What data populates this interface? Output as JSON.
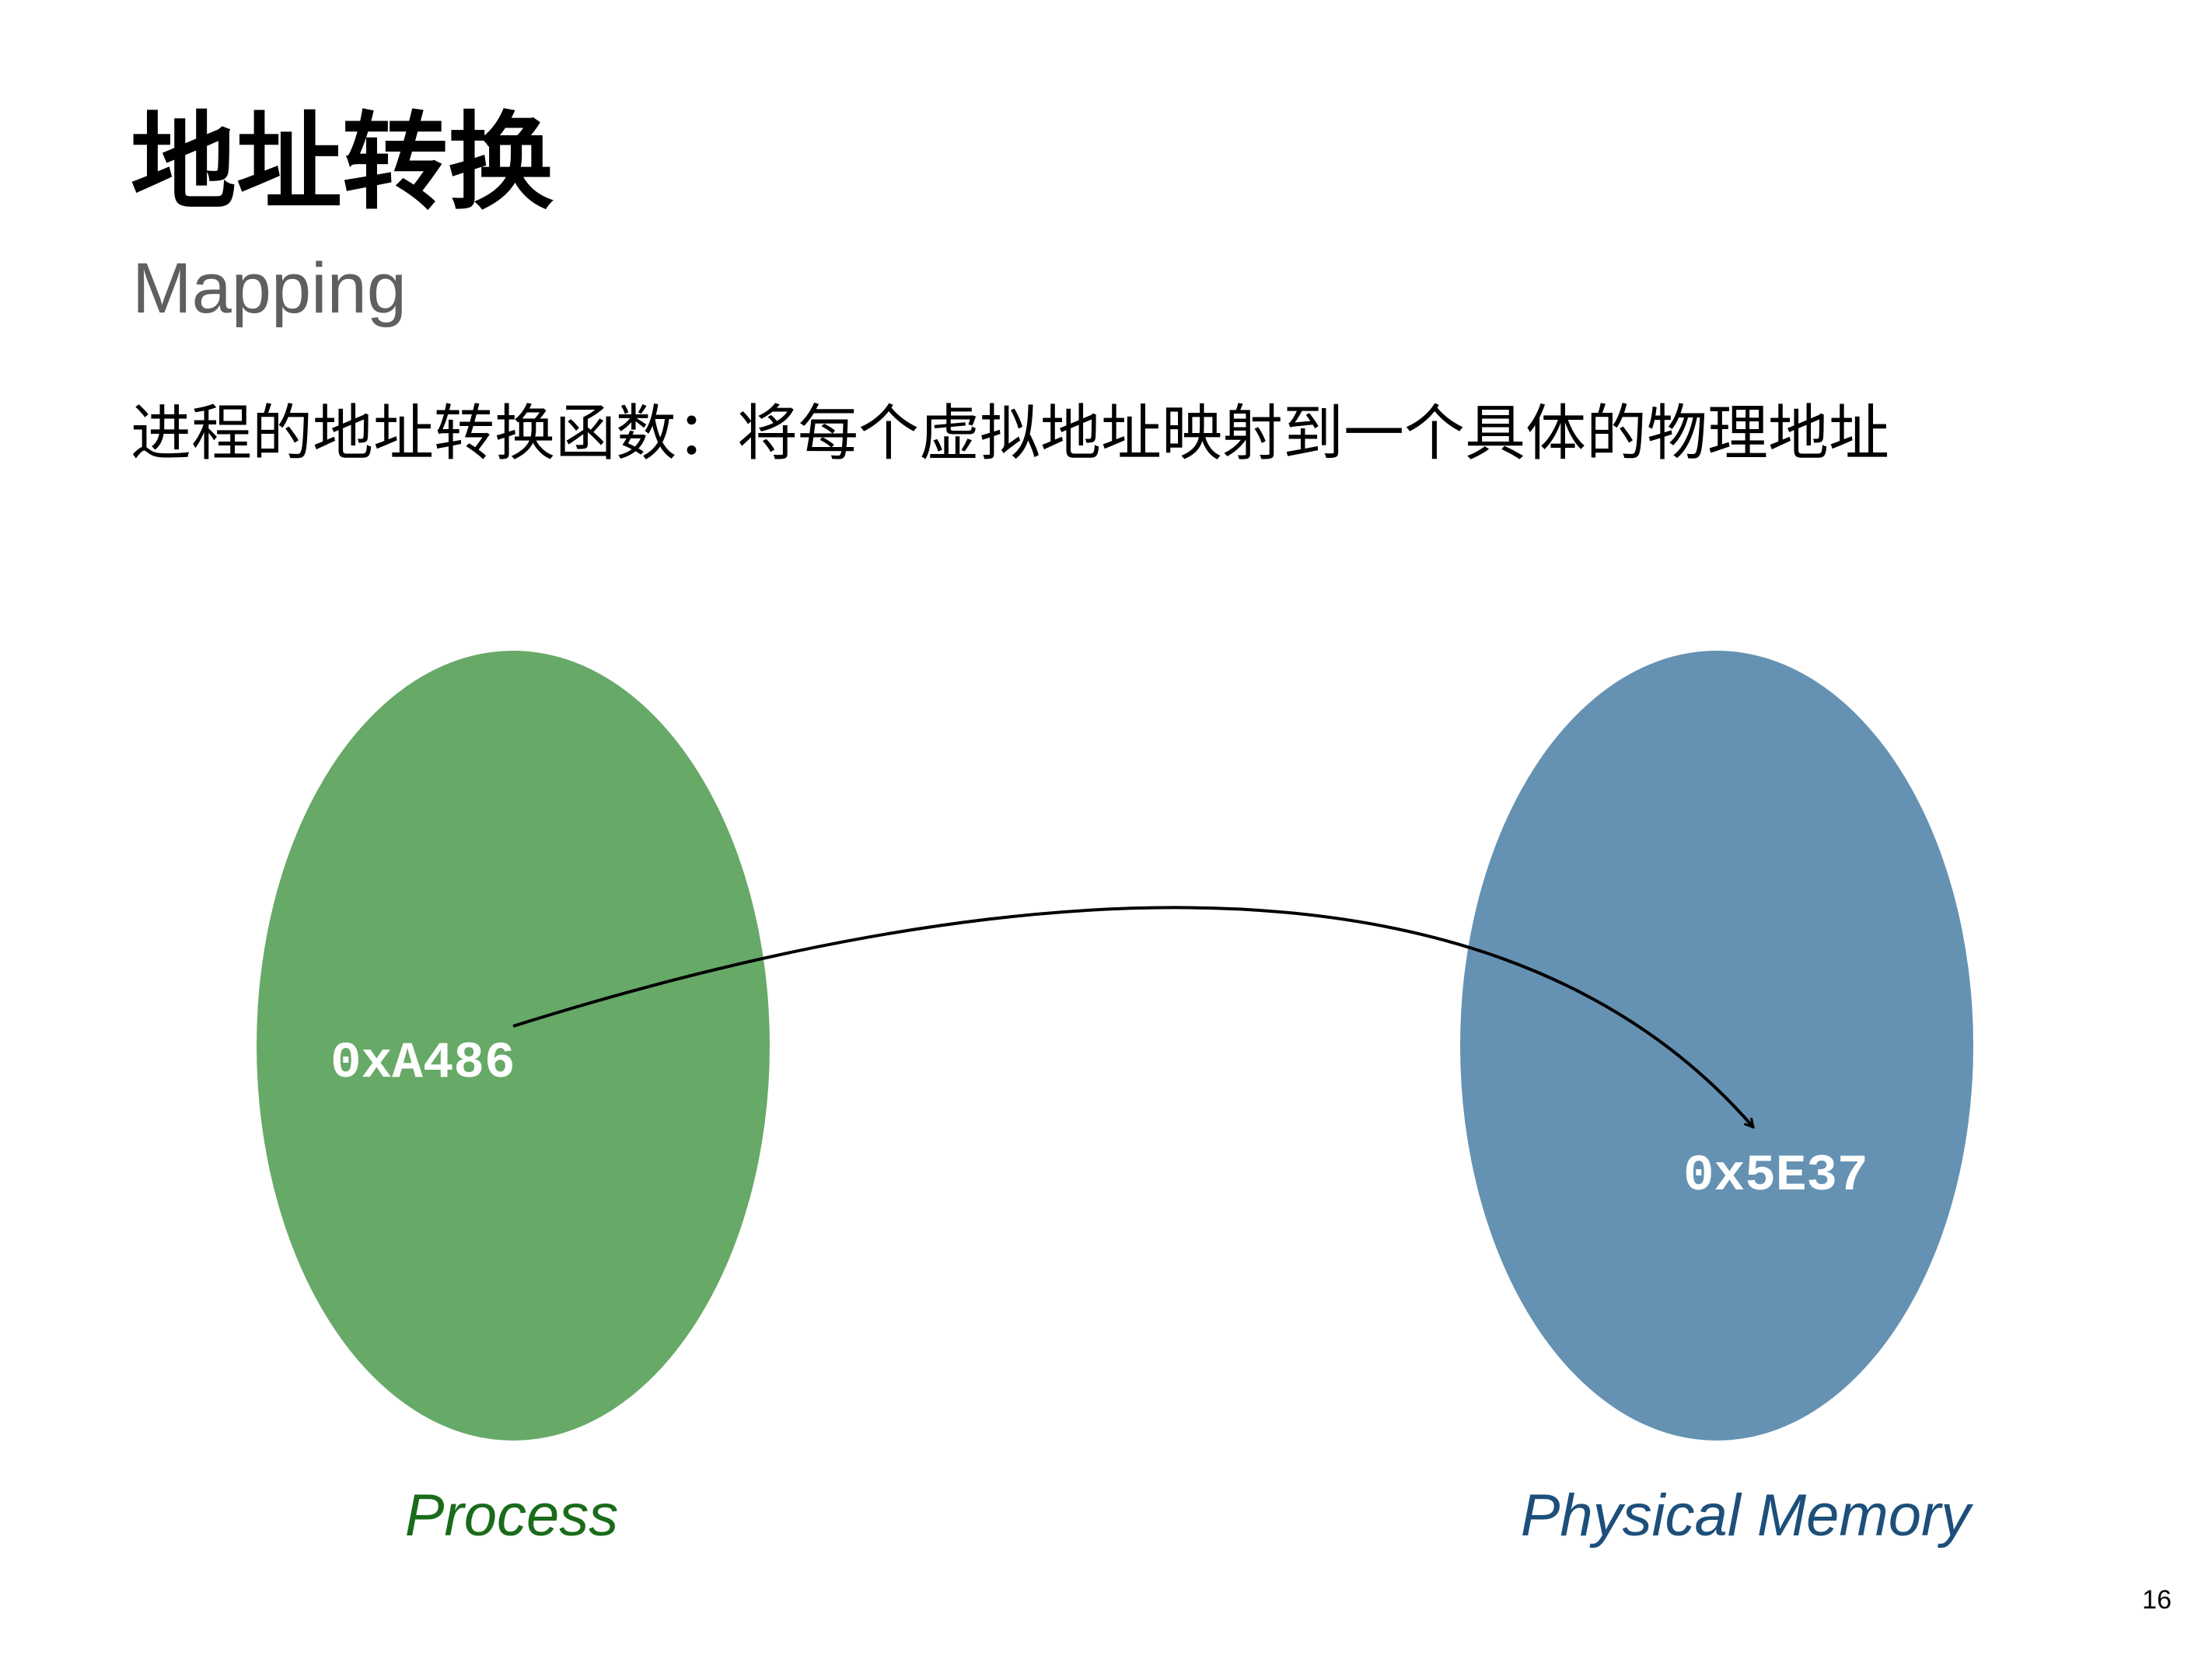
{
  "slide": {
    "title": "地址转换",
    "subtitle": "Mapping",
    "description": "进程的地址转换函数：将每个虚拟地址映射到一个具体的物理地址",
    "page_number": "16"
  },
  "diagram": {
    "process": {
      "label": "Process",
      "address": "0xA486",
      "fill_color": "#67a967",
      "label_color": "#1a6b1a"
    },
    "physical_memory": {
      "label": "Physical Memory",
      "address": "0x5E37",
      "fill_color": "#6592b3",
      "label_color": "#1d4f7a"
    },
    "arrow_color": "#000000"
  }
}
